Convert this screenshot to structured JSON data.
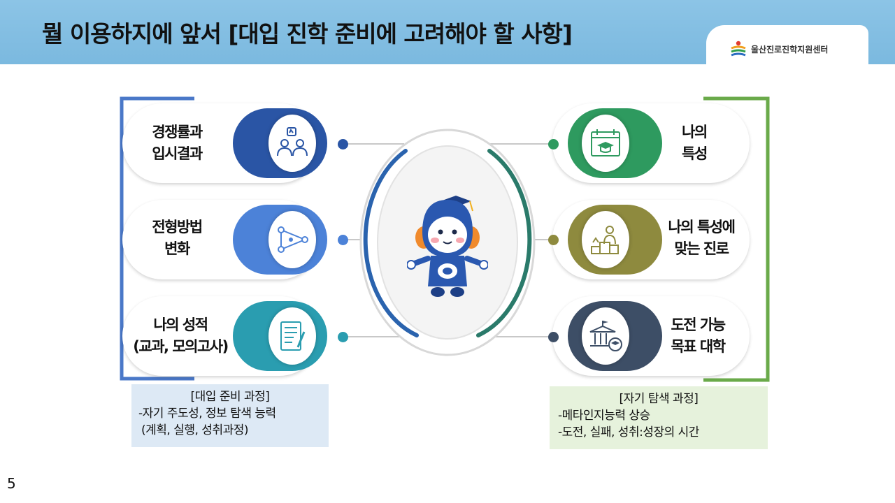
{
  "header": {
    "title": "뭘 이용하지에 앞서 [대입 진학 준비에 고려해야 할 사항]",
    "logo_text": "울산진로진학지원센터"
  },
  "left_items": [
    {
      "line1": "경쟁률과",
      "line2": "입시결과",
      "icon": "competition-people-icon",
      "color": "#2a55a5"
    },
    {
      "line1": "전형방법",
      "line2": "변화",
      "icon": "network-triangle-icon",
      "color": "#4c82d8"
    },
    {
      "line1": "나의 성적",
      "line2": "(교과, 모의고사)",
      "icon": "report-sheet-icon",
      "color": "#2a9db0"
    }
  ],
  "right_items": [
    {
      "line1": "나의",
      "line2": "특성",
      "icon": "calendar-graduation-icon",
      "color": "#2e9a5f"
    },
    {
      "line1": "나의 특성에",
      "line2": "맞는 진로",
      "icon": "career-podium-icon",
      "color": "#8e8a3e"
    },
    {
      "line1": "도전 가능",
      "line2": "목표 대학",
      "icon": "university-building-icon",
      "color": "#3d4e66"
    }
  ],
  "left_box": {
    "title": "[대입 준비 과정]",
    "line1": "-자기 주도성, 정보 탐색 능력",
    "line2": "(계획, 실행, 성취과정)"
  },
  "right_box": {
    "title": "[자기 탐색 과정]",
    "line1": "-메타인지능력 상승",
    "line2": "-도전, 실패, 성취:성장의 시간"
  },
  "page_number": "5",
  "colors": {
    "header": "#7bb9df",
    "left_bracket": "#4a78c8",
    "right_bracket": "#6aaa4a",
    "left_box_bg": "#dde9f5",
    "right_box_bg": "#e6f2dc"
  }
}
